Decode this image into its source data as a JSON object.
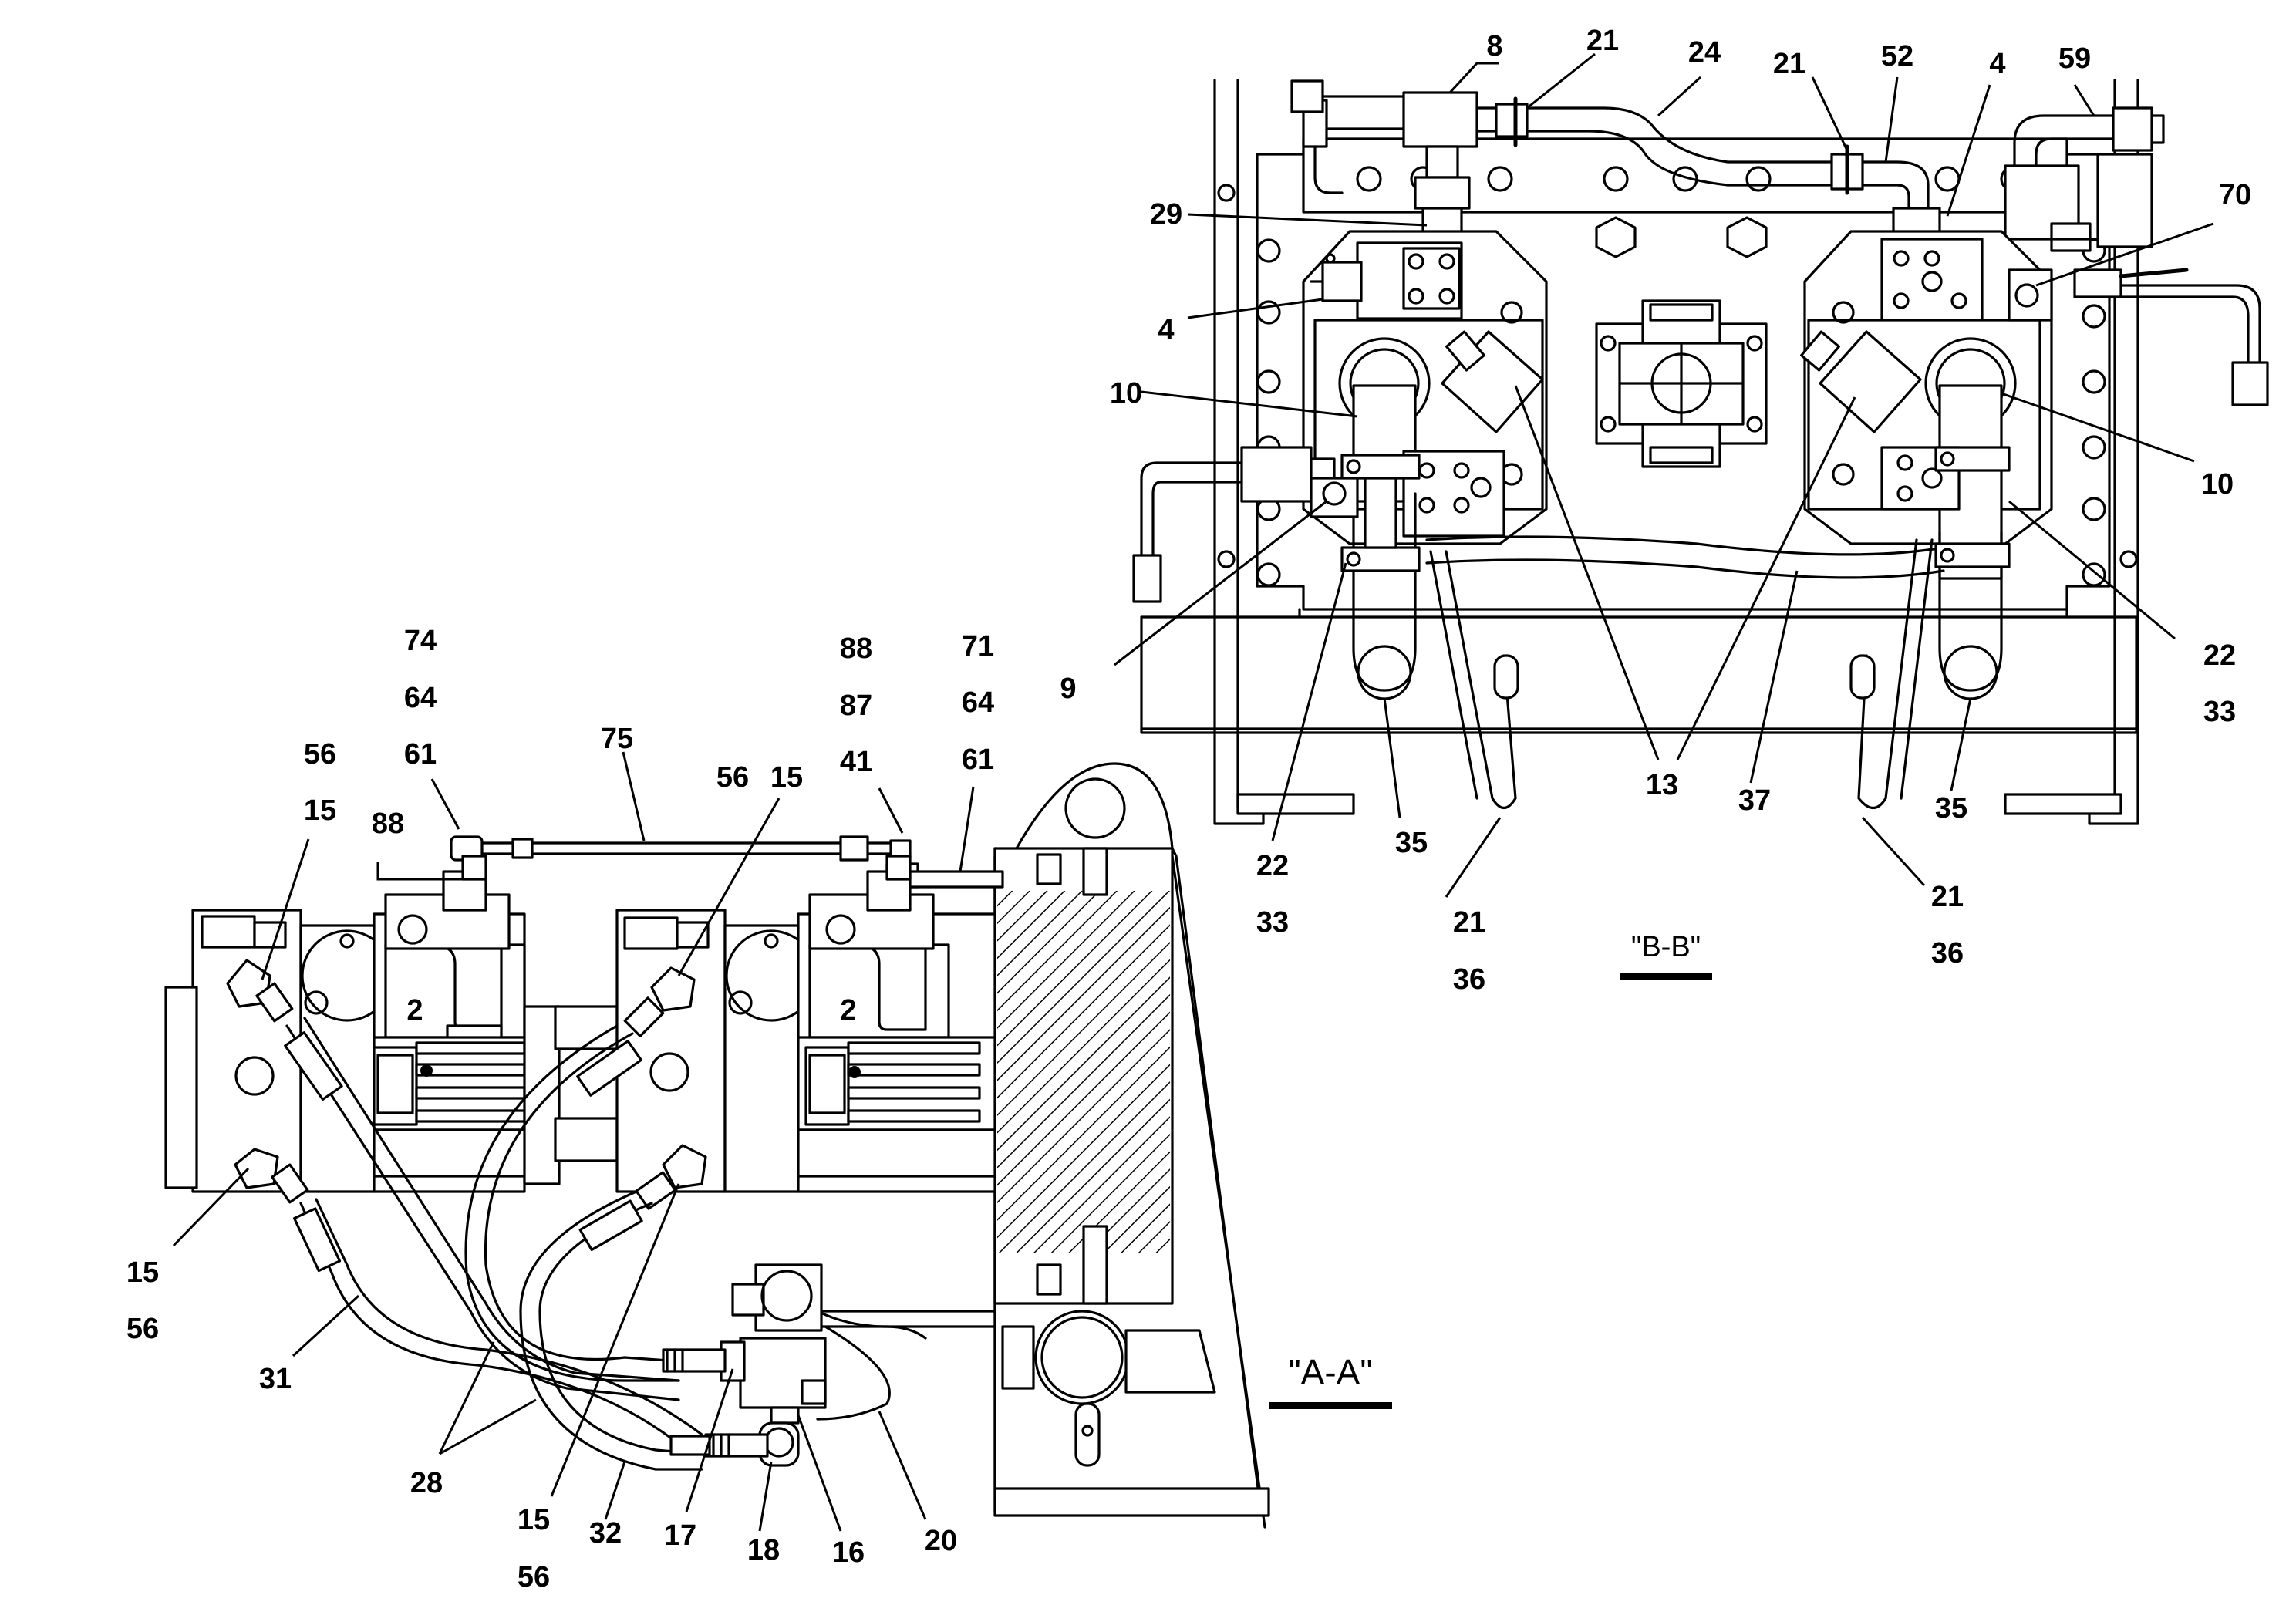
{
  "views": {
    "section_a": {
      "label": "\"A-A\""
    },
    "section_b": {
      "label": "\"B-B\""
    }
  },
  "callouts_b": {
    "c8": "8",
    "c21_top": "21",
    "c24": "24",
    "c21_top_b": "21",
    "c52": "52",
    "c4_top": "4",
    "c59": "59",
    "c70": "70",
    "c29": "29",
    "c4_left": "4",
    "c10_left": "10",
    "c10_right": "10",
    "c9": "9",
    "c22_left": "22",
    "c33_left": "33",
    "c35_left": "35",
    "c21_left": "21",
    "c36_left": "36",
    "c13": "13",
    "c37": "37",
    "c35_right": "35",
    "c21_right": "21",
    "c36_right": "36",
    "c22_right": "22",
    "c33_right": "33"
  },
  "callouts_a": {
    "c74": "74",
    "c64_l": "64",
    "c61_l": "61",
    "c56_tl": "56",
    "c15_tl": "15",
    "c88_l": "88",
    "c75": "75",
    "c56_tm": "56",
    "c15_tm": "15",
    "c88_r": "88",
    "c87": "87",
    "c41": "41",
    "c71": "71",
    "c64_r": "64",
    "c61_r": "61",
    "c15_bl": "15",
    "c56_bl": "56",
    "c31": "31",
    "c28": "28",
    "c15_bm": "15",
    "c56_bm": "56",
    "c32": "32",
    "c17": "17",
    "c18": "18",
    "c16": "16",
    "c20": "20",
    "pump_mark_1": "2",
    "pump_mark_2": "2"
  }
}
